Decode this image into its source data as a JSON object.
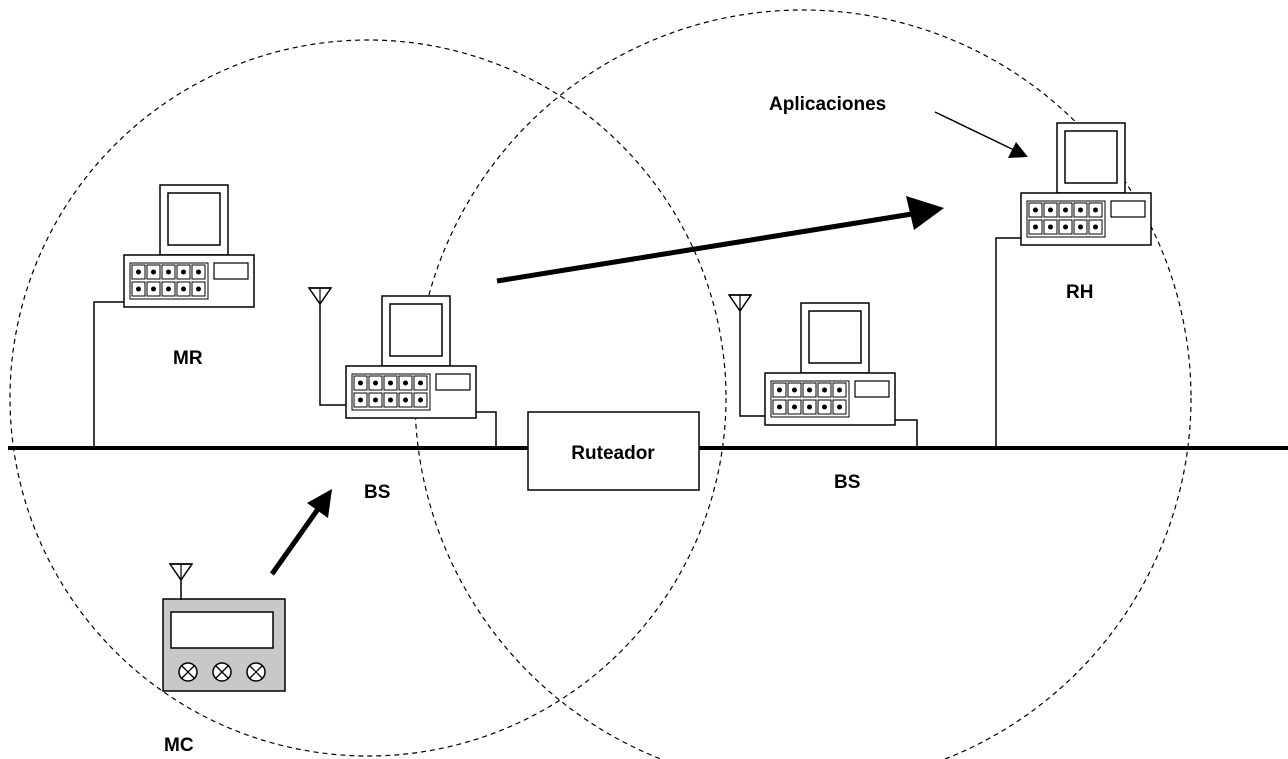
{
  "diagram": {
    "labels": {
      "mr": "MR",
      "bs_left": "BS",
      "bs_right": "BS",
      "router": "Ruteador",
      "rh": "RH",
      "mc": "MC",
      "applications": "Aplicaciones"
    },
    "colors": {
      "line": "#000000",
      "background": "#ffffff",
      "device_body": "#c8c8c8"
    }
  }
}
